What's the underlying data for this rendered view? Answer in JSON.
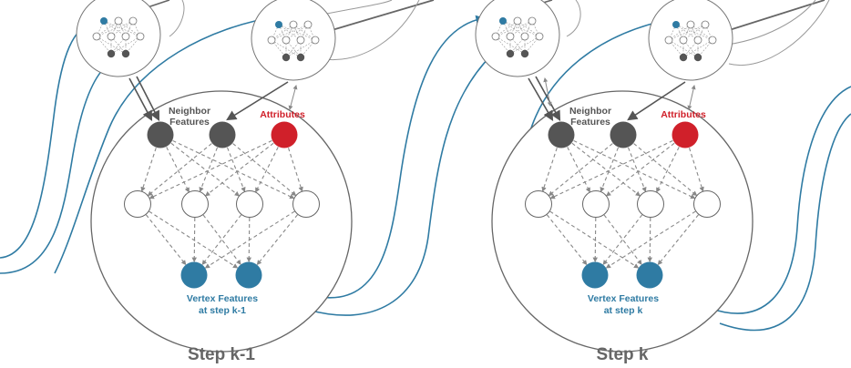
{
  "panels": [
    {
      "neighbor_label": [
        "Neighbor",
        "Features"
      ],
      "attributes_label": "Attributes",
      "vertex_label": [
        "Vertex Features",
        "at step k-1"
      ],
      "step_label": "Step k-1"
    },
    {
      "neighbor_label": [
        "Neighbor",
        "Features"
      ],
      "attributes_label": "Attributes",
      "vertex_label": [
        "Vertex Features",
        "at step k"
      ],
      "step_label": "Step k"
    }
  ],
  "colors": {
    "neighbor_node": "#555555",
    "attribute_node": "#d0202a",
    "vertex_node": "#2f7ba3",
    "hidden_node": "#ffffff",
    "edge": "#888888",
    "blue_link": "#2f7ba3"
  }
}
